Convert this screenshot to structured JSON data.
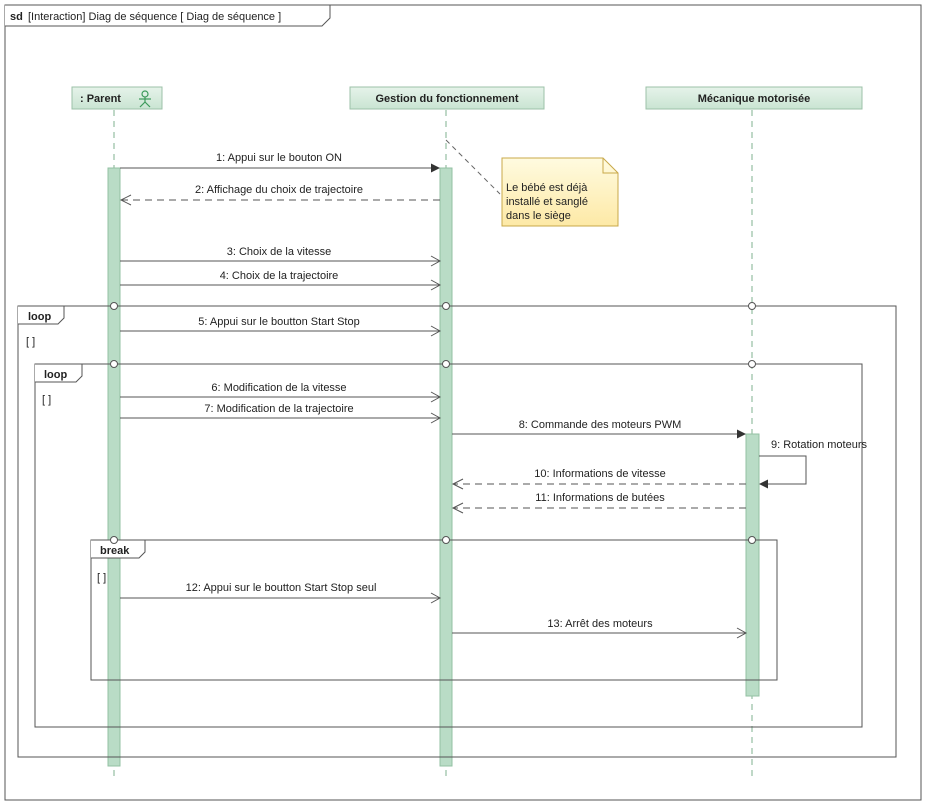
{
  "frame": {
    "keyword": "sd",
    "title": "[Interaction] Diag de séquence [ Diag de séquence ]"
  },
  "lifelines": {
    "parent": {
      "label": ": Parent",
      "icon": "actor-icon"
    },
    "gestion": {
      "label": "Gestion du fonctionnement"
    },
    "mecanique": {
      "label": "Mécanique motorisée"
    }
  },
  "note": {
    "lines": [
      "Le bébé est déjà",
      "installé et sanglé",
      "dans le siège"
    ]
  },
  "fragments": {
    "loop_outer": {
      "keyword": "loop",
      "guard": "[ ]"
    },
    "loop_inner": {
      "keyword": "loop",
      "guard": "[ ]"
    },
    "break": {
      "keyword": "break",
      "guard": "[ ]"
    }
  },
  "messages": [
    {
      "label": "1:  Appui sur le bouton ON"
    },
    {
      "label": "2:  Affichage du choix de trajectoire"
    },
    {
      "label": "3:  Choix de la vitesse"
    },
    {
      "label": "4:  Choix de la trajectoire"
    },
    {
      "label": "5:  Appui sur le boutton Start Stop"
    },
    {
      "label": "6:  Modification de la vitesse"
    },
    {
      "label": "7:  Modification de la trajectoire"
    },
    {
      "label": "8:  Commande des moteurs PWM"
    },
    {
      "label": "9:  Rotation moteurs"
    },
    {
      "label": "10:  Informations de vitesse"
    },
    {
      "label": "11:  Informations de butées"
    },
    {
      "label": "12:  Appui sur le boutton Start Stop seul"
    },
    {
      "label": "13:  Arrêt des moteurs"
    }
  ],
  "colors": {
    "lifeline_header": "#d7ebde",
    "activation": "#b9dcc6",
    "lifeline_dash": "#7fb08f",
    "note_fill": "#fff5c4",
    "note_border": "#c8a84a",
    "frame_stroke": "#555555"
  }
}
